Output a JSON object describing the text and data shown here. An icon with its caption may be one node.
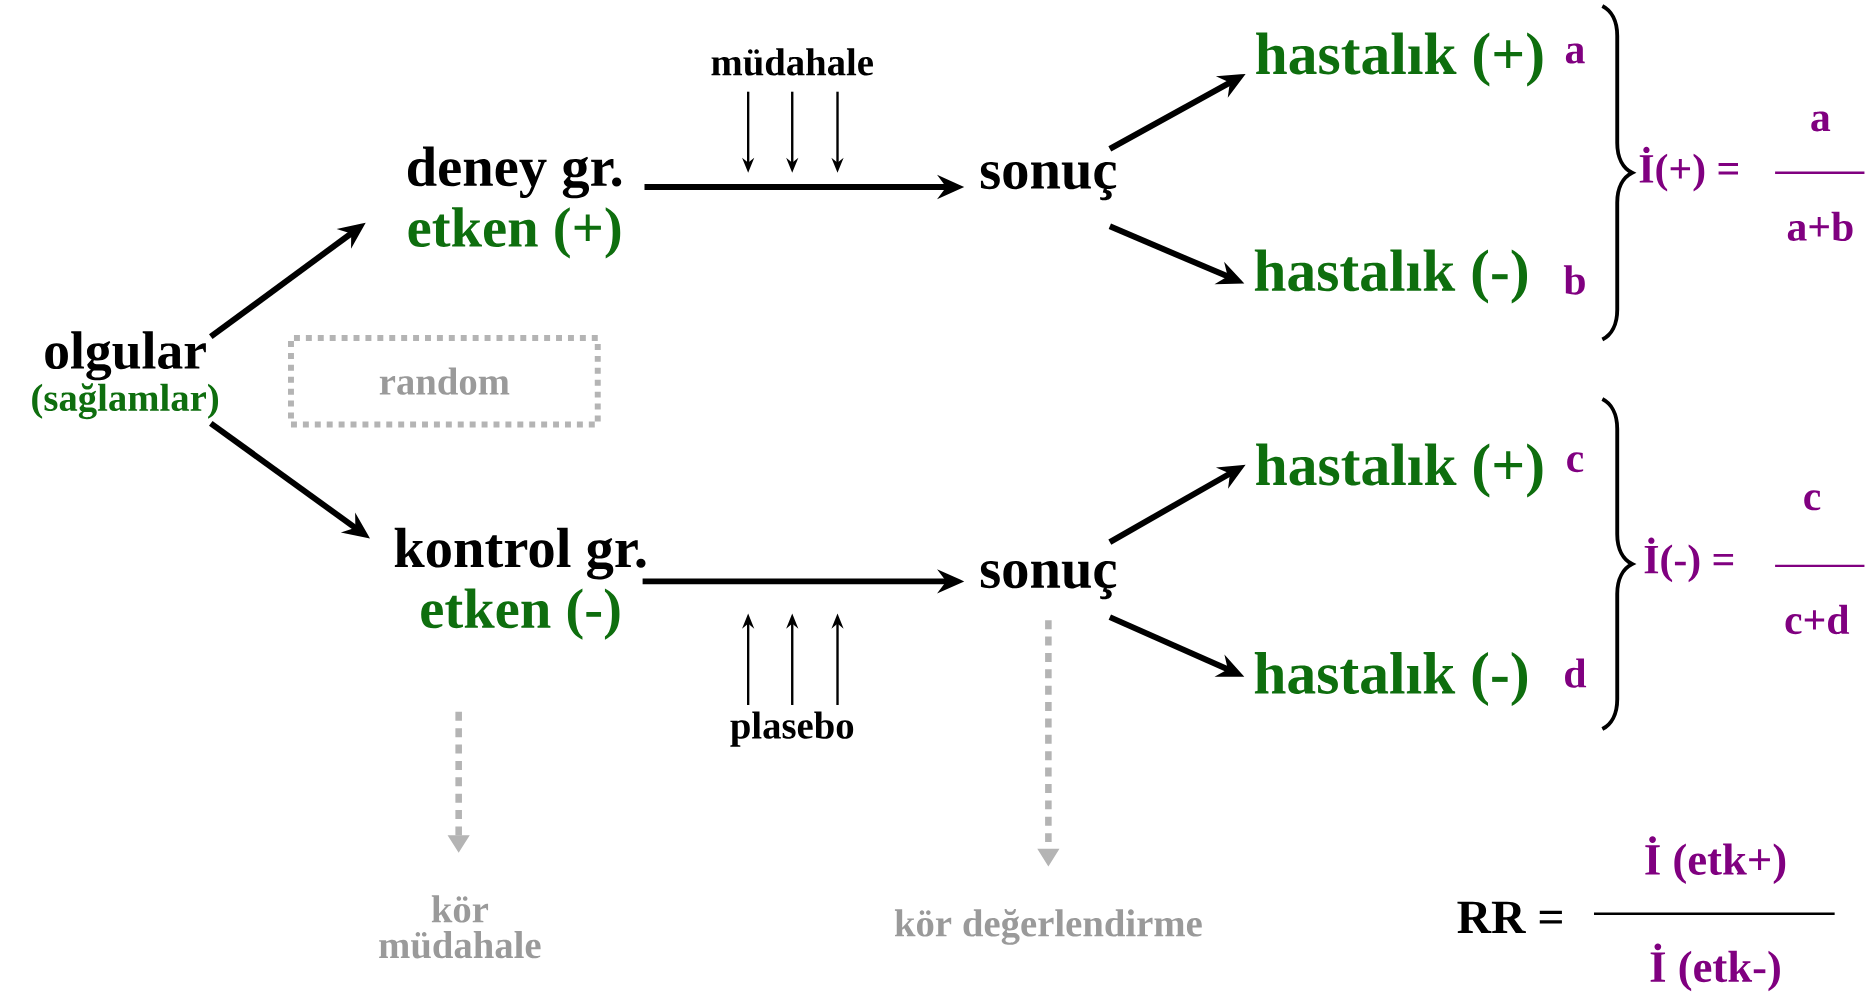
{
  "diagram": {
    "nodes": [
      {
        "text": [
          "olgular",
          "(sağlamlar)"
        ]
      },
      {
        "text": [
          "deney gr.",
          "etken (+)"
        ]
      },
      {
        "text": [
          "kontrol gr.",
          "etken (-)"
        ]
      },
      {
        "text": [
          "random"
        ]
      },
      {
        "text": [
          "müdahale"
        ]
      },
      {
        "text": [
          "sonuç"
        ]
      },
      {
        "text": [
          "hastalık (+)"
        ],
        "beside": [
          "a"
        ]
      },
      {
        "text": [
          "hastalık (-)"
        ],
        "beside": [
          "b"
        ]
      },
      {
        "text": [
          "plasebo"
        ]
      },
      {
        "text": [
          "sonuç"
        ]
      },
      {
        "text": [
          "hastalık (+)"
        ],
        "beside": [
          "c"
        ]
      },
      {
        "text": [
          "hastalık (-)"
        ],
        "beside": [
          "d"
        ]
      },
      {
        "text": [
          "kör müdahale"
        ]
      },
      {
        "text": [
          "kör değerlendirme"
        ]
      }
    ],
    "edges": [
      {
        "from": 0,
        "to": 1,
        "arrow": "to"
      },
      {
        "from": 0,
        "to": 2,
        "arrow": "to"
      },
      {
        "from": 1,
        "to": 5,
        "arrow": "to"
      },
      {
        "from": 2,
        "to": 9,
        "arrow": "to"
      },
      {
        "from": 5,
        "to": 6,
        "arrow": "to"
      },
      {
        "from": 5,
        "to": 7,
        "arrow": "to"
      },
      {
        "from": 9,
        "to": 10,
        "arrow": "to"
      },
      {
        "from": 9,
        "to": 11,
        "arrow": "to"
      },
      {
        "from": 4,
        "to": null,
        "arrow": "to"
      },
      {
        "from": 4,
        "to": null,
        "arrow": "to"
      },
      {
        "from": 4,
        "to": null,
        "arrow": "to"
      },
      {
        "from": 8,
        "to": null,
        "arrow": "to"
      },
      {
        "from": 8,
        "to": null,
        "arrow": "to"
      },
      {
        "from": 8,
        "to": null,
        "arrow": "to"
      },
      {
        "from": 2,
        "to": 12,
        "arrow": "to",
        "style": "dashed",
        "color": "#b4b4b4"
      },
      {
        "from": 9,
        "to": 13,
        "arrow": "to",
        "style": "dashed",
        "color": "#b4b4b4"
      }
    ],
    "labels": [
      "İ(+) =",
      "a",
      "a+b",
      "İ(-) =",
      "c",
      "c+d",
      "RR =",
      "İ (etk+)",
      "İ (etk-)"
    ]
  }
}
